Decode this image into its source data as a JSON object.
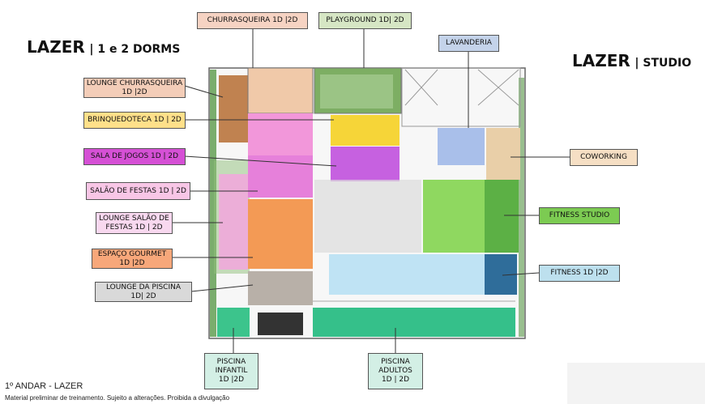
{
  "headings": {
    "left_main": "LAZER",
    "left_sub": "| 1 e 2 DORMS",
    "right_main": "LAZER",
    "right_sub": "| STUDIO"
  },
  "labels": {
    "churrasqueira": "CHURRASQUEIRA   1D |2D",
    "playground": "PLAYGROUND 1D| 2D",
    "lavanderia": "LAVANDERIA",
    "lounge_churrasqueira": "LOUNGE CHURRASQUEIRA\n1D |2D",
    "brinquedoteca": "BRINQUEDOTECA 1D | 2D",
    "sala_jogos": "SALA DE JOGOS 1D | 2D",
    "salao_festas": "SALÃO DE FESTAS 1D | 2D",
    "lounge_salao": "LOUNGE SALÃO DE\nFESTAS 1D | 2D",
    "espaco_gourmet": "ESPAÇO GOURMET\n1D |2D",
    "lounge_piscina": "LOUNGE DA PISCINA\n1D| 2D",
    "coworking": "COWORKING",
    "fitness_studio": "FITNESS STUDIO",
    "fitness": "FITNESS 1D |2D",
    "piscina_infantil": "PISCINA\nINFANTIL\n1D |2D",
    "piscina_adultos": "PISCINA\nADULTOS\n1D | 2D"
  },
  "footer": {
    "floor": "1º ANDAR - LAZER",
    "disclaimer": "Material preliminar de treinamento. Sujeito a alterações. Proibida a divulgação"
  },
  "colors": {
    "churrasqueira": "#f6d3c3",
    "playground": "#d6e6c4",
    "lavanderia": "#c4d3ea",
    "lounge_churrasqueira": "#f3cdb8",
    "brinquedoteca": "#ffe08a",
    "sala_jogos": "#d550d5",
    "salao_festas": "#f8c6e6",
    "lounge_salao": "#f8d8ef",
    "espaco_gourmet": "#f7a77a",
    "lounge_piscina": "#d9d9d9",
    "coworking": "#f6dfc4",
    "fitness_studio": "#7ccb52",
    "fitness": "#bde0ee",
    "piscina_infantil": "#d3efe5",
    "piscina_adultos": "#d3efe5"
  }
}
